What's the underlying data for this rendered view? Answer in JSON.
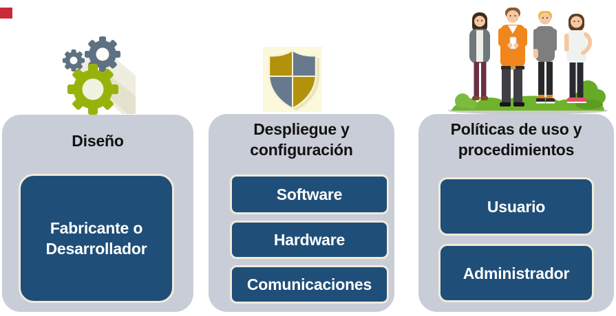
{
  "slide": {
    "background": "#FFFFFF",
    "marker_color": "#CA2B38"
  },
  "colors": {
    "panel_background": "#C9CDD8",
    "box_background": "#1F4E79",
    "box_border": "#EFEBDA",
    "box_text": "#FFFFFF",
    "title_text": "#111111",
    "gear_gray": "#5E7183",
    "gear_green": "#97B30B",
    "shield_gold": "#B2920C",
    "shield_gray": "#67798C",
    "shield_background": "#FBF8DC"
  },
  "columns": [
    {
      "icon": "gears-icon",
      "title": "Diseño",
      "items": [
        "Fabricante o Desarrollador"
      ]
    },
    {
      "icon": "shield-icon",
      "title": "Despliegue y configuración",
      "items": [
        "Software",
        "Hardware",
        "Comunicaciones"
      ]
    },
    {
      "icon": "people-icon",
      "title": "Políticas de uso y procedimientos",
      "items": [
        "Usuario",
        "Administrador"
      ]
    }
  ]
}
